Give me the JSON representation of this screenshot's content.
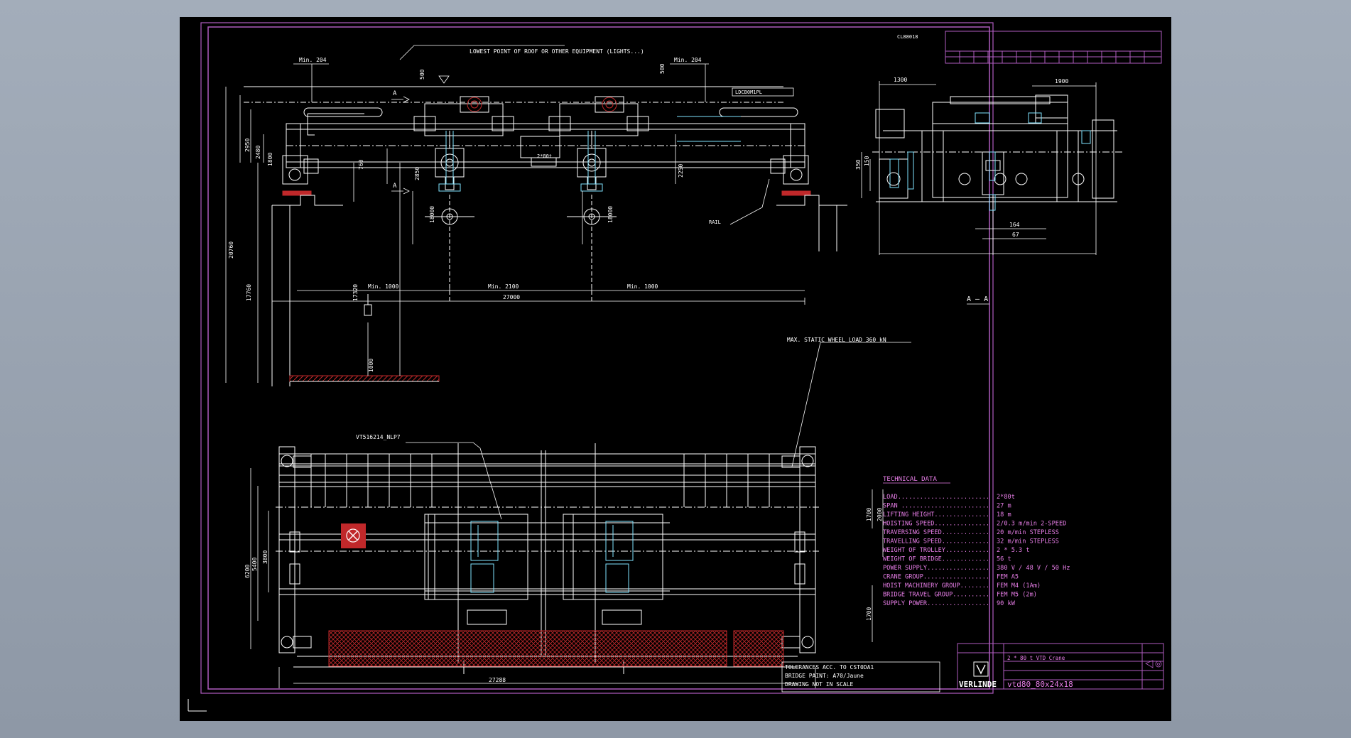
{
  "header": {
    "code": "CL88018"
  },
  "notes": {
    "lowest_point": "LOWEST POINT OF ROOF OR OTHER EQUIPMENT (LIGHTS...)",
    "wheel_load": "MAX. STATIC WHEEL LOAD 360 kN",
    "rail": "RAIL",
    "hoist_label": "2*80t",
    "part_code": "LDCB0M1PL",
    "trolley_code": "VT516214_NLP7",
    "section_mark": "A",
    "section_title": "A — A"
  },
  "dims": {
    "min_204_left": "Min. 204",
    "min_204_right": "Min. 204",
    "d500a": "500",
    "d500b": "500",
    "d2950": "2950",
    "d2480": "2480",
    "d1800": "1800",
    "d760": "760",
    "d2850": "2850",
    "d2250": "2250",
    "d18000a": "18000",
    "d18000b": "18000",
    "d20760": "20760",
    "d17760": "17760",
    "d17320": "17320",
    "d1000": "1000",
    "min1000a": "Min. 1000",
    "min2100": "Min. 2100",
    "min1000b": "Min. 1000",
    "d27000": "27000",
    "d1300": "1300",
    "d1900": "1900",
    "d350": "350",
    "d150": "150",
    "d164": "164",
    "d67": "67",
    "d6200": "6200",
    "d5400": "5400",
    "d3800": "3800",
    "d1700a": "1700",
    "d2000": "2000",
    "d1700b": "1700",
    "d27288": "27288"
  },
  "technical": {
    "title": "TECHNICAL DATA",
    "rows": [
      {
        "label": "LOAD.........................",
        "value": "2*80t"
      },
      {
        "label": "SPAN ........................",
        "value": "27 m"
      },
      {
        "label": "LIFTING HEIGHT...............",
        "value": "18 m"
      },
      {
        "label": "HOISTING SPEED...............",
        "value": "2/0.3 m/min   2-SPEED"
      },
      {
        "label": "TRAVERSING SPEED.............",
        "value": "20 m/min   STEPLESS"
      },
      {
        "label": "TRAVELLING SPEED.............",
        "value": "32 m/min   STEPLESS"
      },
      {
        "label": "WEIGHT OF TROLLEY............",
        "value": "2 * 5.3 t"
      },
      {
        "label": "WEIGHT OF BRIDGE.............",
        "value": "56 t"
      },
      {
        "label": "POWER SUPPLY.................",
        "value": "380 V / 48 V / 50 Hz"
      },
      {
        "label": "CRANE GROUP..................",
        "value": "FEM A5"
      },
      {
        "label": "HOIST MACHINERY GROUP........",
        "value": "FEM M4 (1Am)"
      },
      {
        "label": "BRIDGE TRAVEL GROUP..........",
        "value": "FEM M5 (2m)"
      },
      {
        "label": "SUPPLY POWER.................",
        "value": "90 kW"
      }
    ]
  },
  "tolerance": {
    "line1": "TOLERANCES ACC. TO CST0DA1",
    "line2": "BRIDGE PAINT: A70/Jaune",
    "line3": "DRAWING NOT IN SCALE"
  },
  "title_block": {
    "description": "2 * 80 t VTD Crane",
    "logo_text": "VERLINDE",
    "drawing_number": "vtd80_80x24x18"
  },
  "colors": {
    "background": "#000000",
    "border": "#b05cc0",
    "lines": "#ffffff",
    "cyan": "#7fe3ff",
    "red": "#c0282a",
    "technical_text": "#e87ee8"
  }
}
